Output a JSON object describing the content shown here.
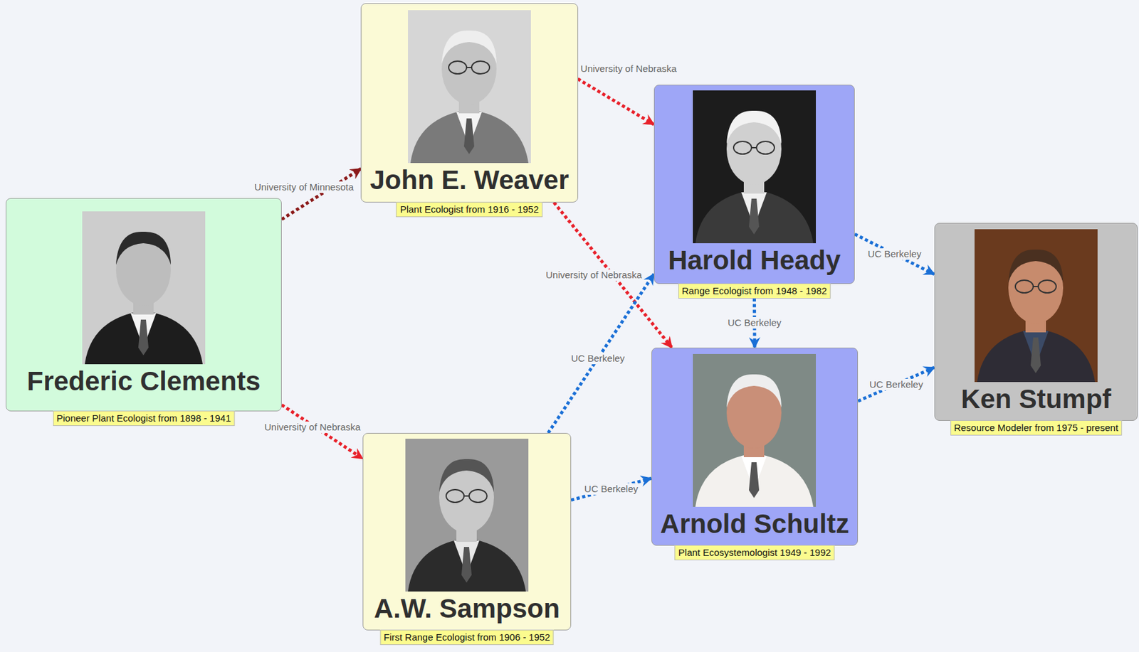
{
  "diagram": {
    "nodes": [
      {
        "text": [
          "Frederic Clements",
          "Pioneer Plant Ecologist from 1898 - 1941"
        ]
      },
      {
        "text": [
          "John E. Weaver",
          "Plant Ecologist from 1916 - 1952"
        ]
      },
      {
        "text": [
          "A.W. Sampson",
          "First Range Ecologist from 1906 - 1952"
        ]
      },
      {
        "text": [
          "Harold Heady",
          "Range Ecologist from 1948 - 1982"
        ]
      },
      {
        "text": [
          "Arnold Schultz",
          "Plant Ecosystemologist 1949 - 1992"
        ]
      },
      {
        "text": [
          "Ken Stumpf",
          "Resource Modeler from 1975 - present"
        ]
      }
    ],
    "edges": [
      {
        "from": 0,
        "to": 1,
        "label": "University of Minnesota",
        "arrow": "to"
      },
      {
        "from": 0,
        "to": 2,
        "label": "University of Nebraska",
        "arrow": "to"
      },
      {
        "from": 1,
        "to": 3,
        "label": "University of Nebraska",
        "arrow": "to"
      },
      {
        "from": 1,
        "to": 4,
        "label": "University of Nebraska",
        "arrow": "to"
      },
      {
        "from": 2,
        "to": 3,
        "label": "UC Berkeley",
        "arrow": "to"
      },
      {
        "from": 2,
        "to": 4,
        "label": "UC Berkeley",
        "arrow": "to"
      },
      {
        "from": 3,
        "to": 4,
        "label": "UC Berkeley",
        "arrow": "to"
      },
      {
        "from": 3,
        "to": 5,
        "label": "UC Berkeley",
        "arrow": "to"
      },
      {
        "from": 4,
        "to": 5,
        "label": "UC Berkeley",
        "arrow": "to"
      }
    ]
  }
}
